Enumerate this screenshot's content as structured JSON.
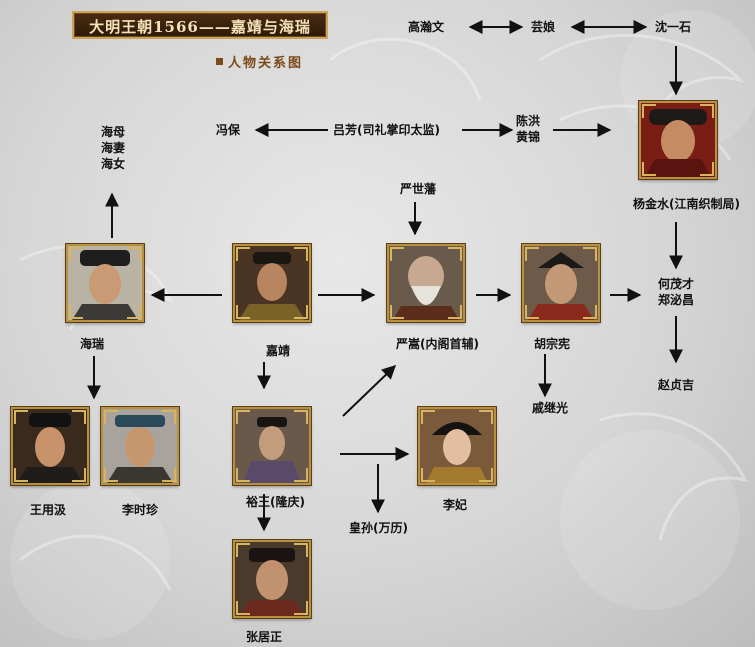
{
  "title": "大明王朝1566——嘉靖与海瑞",
  "subtitle": "人物关系图",
  "nodes": {
    "gao_hanwen": "高瀚文",
    "yun_niang": "芸娘",
    "shen_yishi": "沈一石",
    "feng_bao": "冯保",
    "lv_fang": "吕芳(司礼掌印太监)",
    "chen_hong": "陈洪",
    "huang_jin": "黄锦",
    "yang_jinshui": "杨金水(江南织制局)",
    "hai_mu": "海母",
    "hai_qi": "海妻",
    "hai_nv": "海女",
    "yan_shifan": "严世藩",
    "hai_rui": "海瑞",
    "jiajing": "嘉靖",
    "yan_song": "严嵩(内阁首辅)",
    "hu_zongxian": "胡宗宪",
    "he_maocai": "何茂才",
    "zheng_bichang": "郑泌昌",
    "qi_jiguang": "戚继光",
    "zhao_zhenji": "赵贞吉",
    "wang_yongji": "王用汲",
    "li_shizhen": "李时珍",
    "yu_wang": "裕王(隆庆)",
    "li_fei": "李妃",
    "huang_sun": "皇孙(万历)",
    "zhang_juzheng": "张居正"
  },
  "colors": {
    "text": "#111111",
    "frame": "#b8913e",
    "banner": "#2e1a08",
    "banner_text": "#f2e2b8",
    "subtitle": "#7a4a1a"
  }
}
